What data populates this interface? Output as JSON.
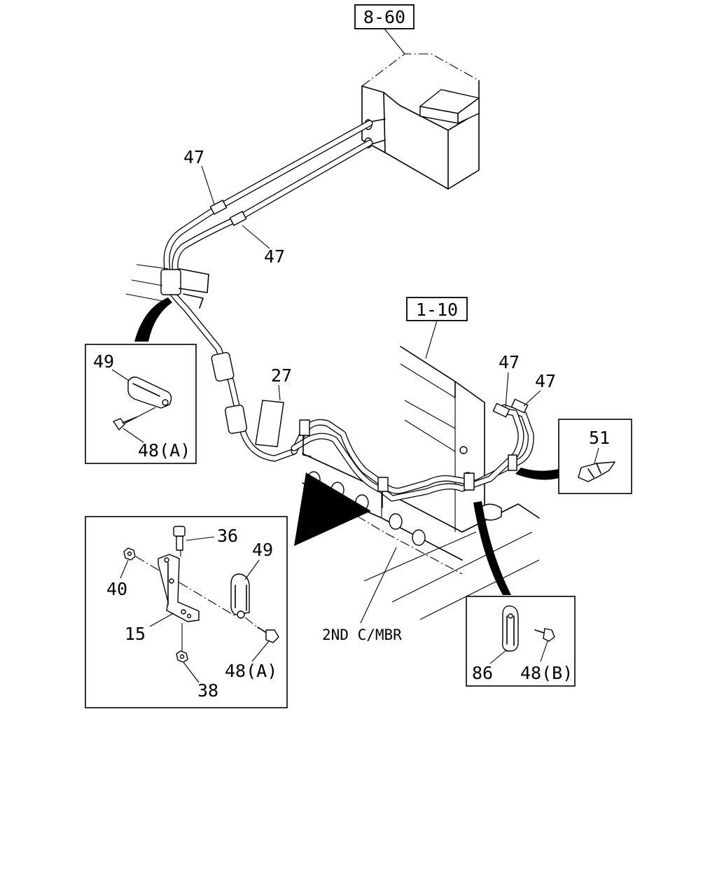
{
  "references": {
    "upper": "8-60",
    "middle": "1-10"
  },
  "callouts": {
    "p47_a": "47",
    "p47_b": "47",
    "p47_c": "47",
    "p47_d": "47",
    "p27": "27"
  },
  "inset_left": {
    "p49": "49",
    "p48": "48(A)"
  },
  "inset_bracket": {
    "p36": "36",
    "p40": "40",
    "p49": "49",
    "p15": "15",
    "p48": "48(A)",
    "p38": "38"
  },
  "inset_right": {
    "p51": "51"
  },
  "inset_bottom_right": {
    "p86": "86",
    "p48": "48(B)"
  },
  "member_label": "2ND C/MBR"
}
